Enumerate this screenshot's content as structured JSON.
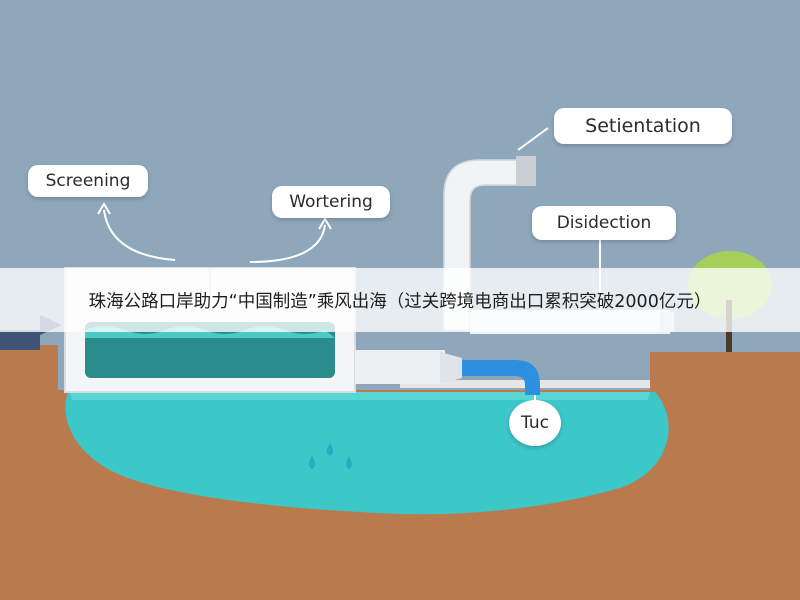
{
  "diagram": {
    "labels": {
      "screening": "Screening",
      "workering": "Wortering",
      "setientation": "Setientation",
      "disidection": "Disidection",
      "tuc": "Tuc"
    }
  },
  "banner": {
    "text": "珠海公路口岸助力“中国制造”乘风出海（过关跨境电商出口累积突破2000亿元）"
  },
  "colors": {
    "sky": "#8fa7bb",
    "soil": "#b97b4d",
    "water": "#3cc7c9",
    "tank_water": "#2b8c8c",
    "pipe": "#f1f3f5",
    "pipe_blue": "#2d8fe0",
    "tree": "#a6cf59"
  }
}
